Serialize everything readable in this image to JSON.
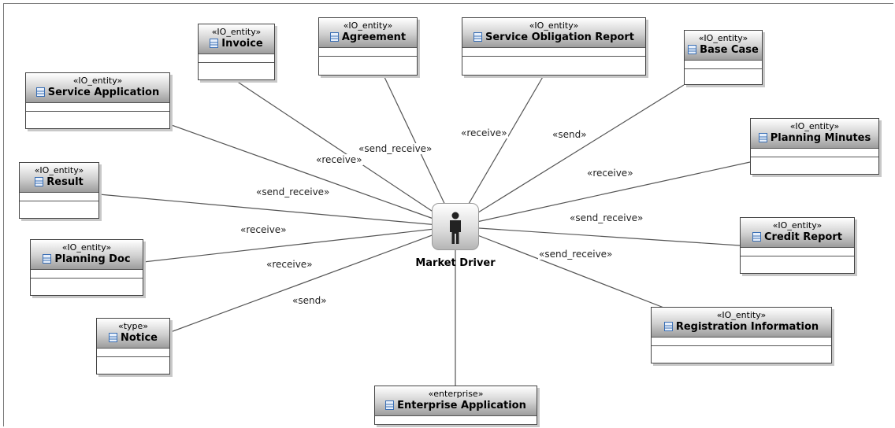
{
  "actor": {
    "name": "Market Driver",
    "icon": "person-icon"
  },
  "boxes": [
    {
      "id": "invoice",
      "stereotype": "«IO_entity»",
      "name": "Invoice"
    },
    {
      "id": "agreement",
      "stereotype": "«IO_entity»",
      "name": "Agreement"
    },
    {
      "id": "service-obligation-report",
      "stereotype": "«IO_entity»",
      "name": "Service Obligation Report"
    },
    {
      "id": "base-case",
      "stereotype": "«IO_entity»",
      "name": "Base Case"
    },
    {
      "id": "service-application",
      "stereotype": "«IO_entity»",
      "name": "Service Application"
    },
    {
      "id": "planning-minutes",
      "stereotype": "«IO_entity»",
      "name": "Planning Minutes"
    },
    {
      "id": "result",
      "stereotype": "«IO_entity»",
      "name": "Result"
    },
    {
      "id": "credit-report",
      "stereotype": "«IO_entity»",
      "name": "Credit Report"
    },
    {
      "id": "planning-doc",
      "stereotype": "«IO_entity»",
      "name": "Planning Doc"
    },
    {
      "id": "registration-information",
      "stereotype": "«IO_entity»",
      "name": "Registration Information"
    },
    {
      "id": "notice",
      "stereotype": "«type»",
      "name": "Notice"
    },
    {
      "id": "enterprise-application",
      "stereotype": "«enterprise»",
      "name": "Enterprise Application"
    }
  ],
  "links": [
    {
      "to": "service-application",
      "label": "«receive»"
    },
    {
      "to": "invoice",
      "label": "«send_receive»"
    },
    {
      "to": "agreement",
      "label": ""
    },
    {
      "to": "service-obligation-report",
      "label": "«receive»"
    },
    {
      "to": "base-case",
      "label": "«send»"
    },
    {
      "to": "planning-minutes",
      "label": "«receive»"
    },
    {
      "to": "result",
      "label": "«send_receive»"
    },
    {
      "to": "credit-report",
      "label": "«send_receive»"
    },
    {
      "to": "planning-doc",
      "label": "«receive»"
    },
    {
      "to": "registration-information",
      "label": "«send_receive»"
    },
    {
      "to": "notice",
      "label": "«receive»"
    },
    {
      "to": "notice",
      "label": "«send»"
    },
    {
      "to": "enterprise-application",
      "label": ""
    }
  ]
}
